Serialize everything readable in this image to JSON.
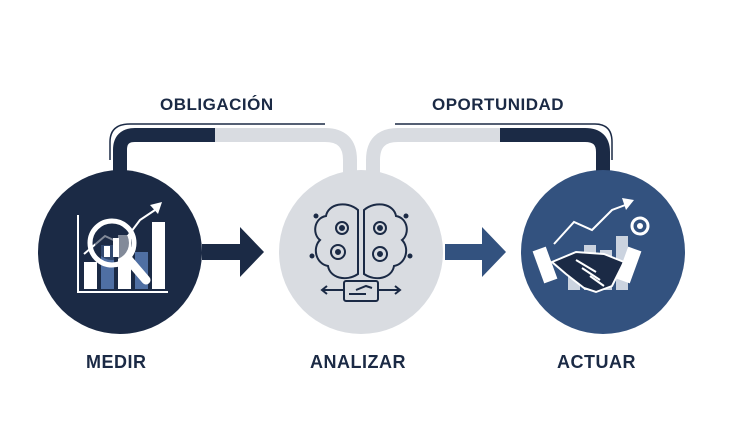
{
  "top_labels": {
    "left": "OBLIGACIÓN",
    "right": "OPORTUNIDAD"
  },
  "nodes": [
    {
      "label": "MEDIR",
      "icon": "magnifier-bar-chart-icon",
      "color": "#1b2a45"
    },
    {
      "label": "ANALIZAR",
      "icon": "brain-gears-icon",
      "color": "#d9dce1"
    },
    {
      "label": "ACTUAR",
      "icon": "handshake-growth-icon",
      "color": "#33527f"
    }
  ],
  "colors": {
    "navy": "#1b2a45",
    "steel_blue": "#33527f",
    "light_gray": "#d9dce1",
    "label_text": "#1b2a45"
  }
}
